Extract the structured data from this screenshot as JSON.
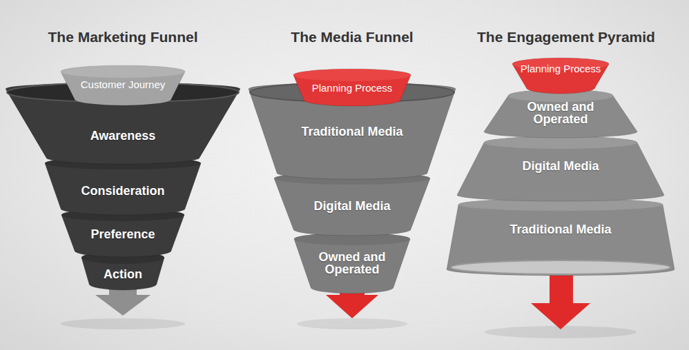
{
  "diagram": {
    "nodes": [
      {
        "text": [
          "Customer Journey"
        ]
      },
      {
        "text": [
          "Awareness"
        ]
      },
      {
        "text": [
          "Consideration"
        ]
      },
      {
        "text": [
          "Preference"
        ]
      },
      {
        "text": [
          "Action"
        ]
      },
      {
        "text": [
          "Planning Process"
        ]
      },
      {
        "text": [
          "Traditional Media"
        ]
      },
      {
        "text": [
          "Digital Media"
        ]
      },
      {
        "text": [
          "Owned and Operated"
        ]
      },
      {
        "text": [
          "Planning Process"
        ]
      },
      {
        "text": [
          "Owned and Operated"
        ]
      },
      {
        "text": [
          "Digital Media"
        ]
      },
      {
        "text": [
          "Traditional Media"
        ]
      }
    ],
    "labels": [
      "The Marketing Funnel",
      "The Media Funnel",
      "The Engagement Pyramid"
    ]
  }
}
